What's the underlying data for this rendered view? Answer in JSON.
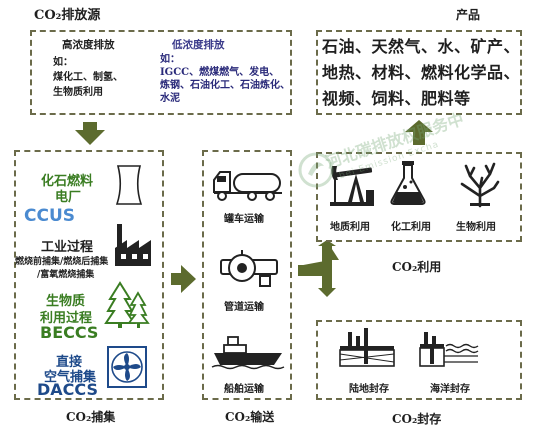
{
  "titles": {
    "source": "CO₂排放源",
    "products": "产品",
    "capture": "CO₂捕集",
    "transport": "CO₂输送",
    "utilization": "CO₂利用",
    "storage": "CO₂封存"
  },
  "sources": {
    "low": {
      "heading": "高浓度排放",
      "lines": [
        "如：",
        "煤化工、制氢、",
        "生物质利用"
      ]
    },
    "high": {
      "heading": "低浓度排放",
      "lines": [
        "如：",
        "IGCC、燃煤燃气、发电、",
        "炼钢、石油化工、石油炼化、",
        "水泥"
      ]
    }
  },
  "products": {
    "lines": [
      "石油、天然气、水、矿产、",
      "地热、材料、燃料化学品、",
      "视频、饲料、肥料等"
    ]
  },
  "capture": {
    "fossil_label_1": "化石燃料",
    "fossil_label_2": "电厂",
    "ccus": "CCUS",
    "industry_label": "工业过程",
    "industry_sub_1": "燃烧前捕集/燃烧后捕集",
    "industry_sub_2": "/富氧燃烧捕集",
    "bio_label_1": "生物质",
    "bio_label_2": "利用过程",
    "beccs": "BECCS",
    "dac_label_1": "直接",
    "dac_label_2": "空气捕集",
    "daccs": "DACCS"
  },
  "transport": {
    "truck": "罐车运输",
    "pipe": "管道运输",
    "ship": "船舶运输"
  },
  "utilization": {
    "geo": "地质利用",
    "chem": "化工利用",
    "bio": "生物利用"
  },
  "storage": {
    "land": "陆地封存",
    "ocean": "海洋封存"
  },
  "watermark": {
    "line1": "河北碳排放权服务中",
    "line2": "bei Emission Excha"
  },
  "colors": {
    "border": "#6b6b4a",
    "arrow": "#5c6b2e",
    "green": "#3a7d22",
    "blue": "#1e4a8a"
  }
}
